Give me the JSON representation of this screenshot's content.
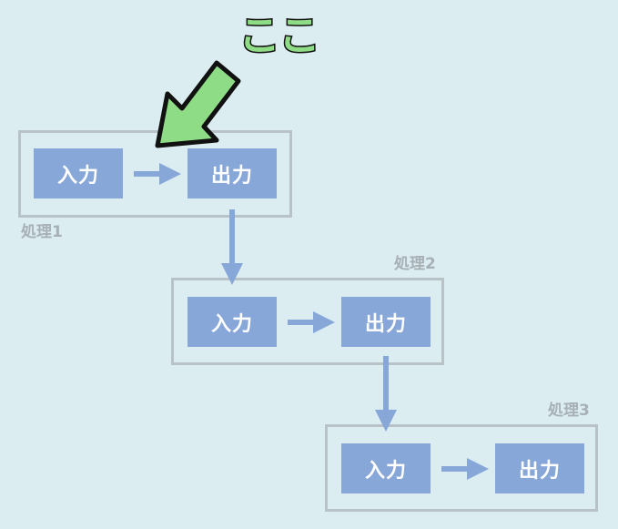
{
  "callout": {
    "text": "ここ"
  },
  "colors": {
    "background": "#dcedf2",
    "box_fill": "#86a7d8",
    "connector": "#86a7d8",
    "group_border": "#b9c2c6",
    "group_label": "#a6b0b5",
    "callout_arrow_fill": "#8fdc86",
    "callout_outline": "#111111"
  },
  "process_groups": [
    {
      "label": "処理1",
      "input_label": "入力",
      "output_label": "出力"
    },
    {
      "label": "処理2",
      "input_label": "入力",
      "output_label": "出力"
    },
    {
      "label": "処理3",
      "input_label": "入力",
      "output_label": "出力"
    }
  ]
}
